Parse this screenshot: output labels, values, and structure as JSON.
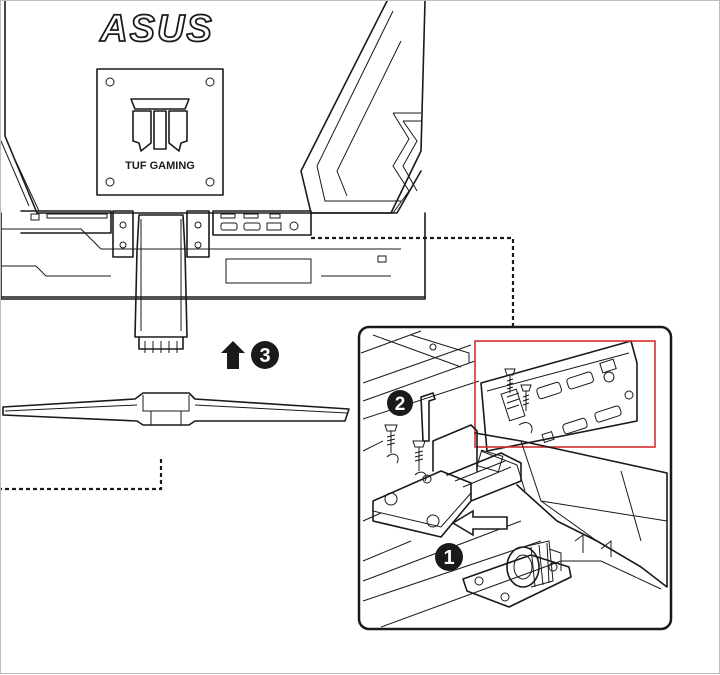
{
  "brand": {
    "logo_text": "ASUS",
    "series_text": "TUF GAMING"
  },
  "steps": {
    "one": "1",
    "two": "2",
    "three": "3"
  },
  "colors": {
    "line": "#1a1a1a",
    "highlight": "#d32f2f",
    "background": "#ffffff"
  },
  "icons": [
    "arrow-up-icon",
    "hex-key-icon",
    "screw-icon",
    "push-arrow-icon"
  ]
}
